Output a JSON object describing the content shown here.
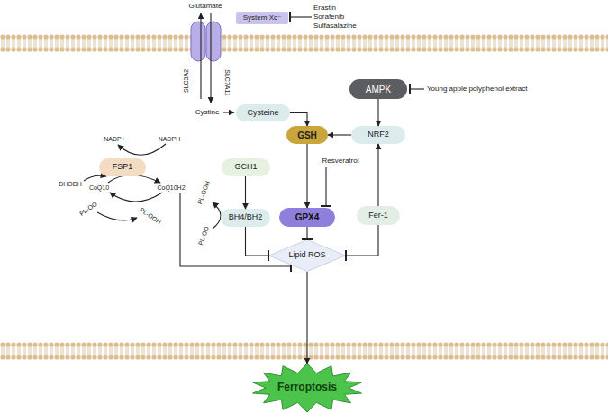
{
  "diagram": {
    "nodes": [
      {
        "text": [
          "System Xc⁻"
        ]
      },
      {
        "text": [
          "AMPK"
        ]
      },
      {
        "text": [
          "Cysteine"
        ]
      },
      {
        "text": [
          "GSH"
        ]
      },
      {
        "text": [
          "NRF2"
        ]
      },
      {
        "text": [
          "FSP1"
        ]
      },
      {
        "text": [
          "GCH1"
        ]
      },
      {
        "text": [
          "BH4/BH2"
        ]
      },
      {
        "text": [
          "GPX4"
        ]
      },
      {
        "text": [
          "Fer-1"
        ]
      },
      {
        "text": [
          "Lipid ROS"
        ]
      },
      {
        "text": [
          "Ferroptosis"
        ]
      }
    ],
    "edges": [
      {
        "from": 2,
        "to": 3,
        "arrow": "to"
      },
      {
        "from": 1,
        "to": 4,
        "arrow": "to"
      },
      {
        "from": 4,
        "to": 3,
        "arrow": "to"
      },
      {
        "from": 9,
        "to": 4,
        "arrow": "to"
      },
      {
        "from": 3,
        "to": 8,
        "arrow": "to"
      },
      {
        "from": 6,
        "to": 7,
        "arrow": "to"
      },
      {
        "from": 8,
        "to": 10,
        "arrow": "to"
      },
      {
        "from": 7,
        "to": 10,
        "arrow": "to"
      },
      {
        "from": 9,
        "to": 10,
        "arrow": "to"
      },
      {
        "from": 10,
        "to": 11,
        "arrow": "to"
      }
    ],
    "labels": [
      "Glutamate",
      "Erastin",
      "Sorafenib",
      "Sulfasalazine",
      "SLC3A2",
      "SLC7A11",
      "Cystine",
      "Young apple polyphenol extract",
      "NADP+",
      "NADPH",
      "Resveratrol",
      "DHODH",
      "CoQ10",
      "CoQ10H2",
      "PL-OO",
      "PL-OOH",
      "PL-OOH",
      "PL-OO"
    ]
  }
}
